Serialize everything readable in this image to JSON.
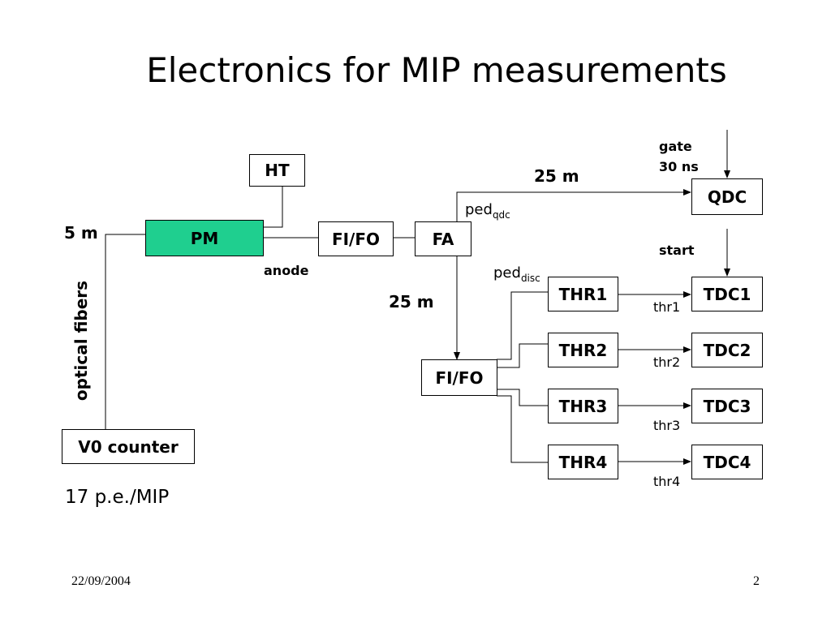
{
  "title": "Electronics for MIP measurements",
  "boxes": {
    "ht": "HT",
    "pm": "PM",
    "fifo_top": "FI/FO",
    "fa": "FA",
    "qdc": "QDC",
    "fifo_bottom": "FI/FO",
    "v0": "V0 counter",
    "thr1": "THR1",
    "thr2": "THR2",
    "thr3": "THR3",
    "thr4": "THR4",
    "tdc1": "TDC1",
    "tdc2": "TDC2",
    "tdc3": "TDC3",
    "tdc4": "TDC4"
  },
  "labels": {
    "len_5m": "5 m",
    "len_25m_top": "25 m",
    "len_25m_side": "25 m",
    "anode": "anode",
    "optical_fibers": "optical fibers",
    "gate": "gate",
    "gate_time": "30 ns",
    "start": "start",
    "ped": "ped",
    "qdc_sub": "qdc",
    "ped2": "ped",
    "disc_sub": "disc",
    "thr1": "thr1",
    "thr2": "thr2",
    "thr3": "thr3",
    "thr4": "thr4",
    "pe_mip": "17 p.e./MIP"
  },
  "footer": {
    "date": "22/09/2004",
    "page": "2"
  },
  "colors": {
    "pm_fill": "#1fcf8f"
  }
}
